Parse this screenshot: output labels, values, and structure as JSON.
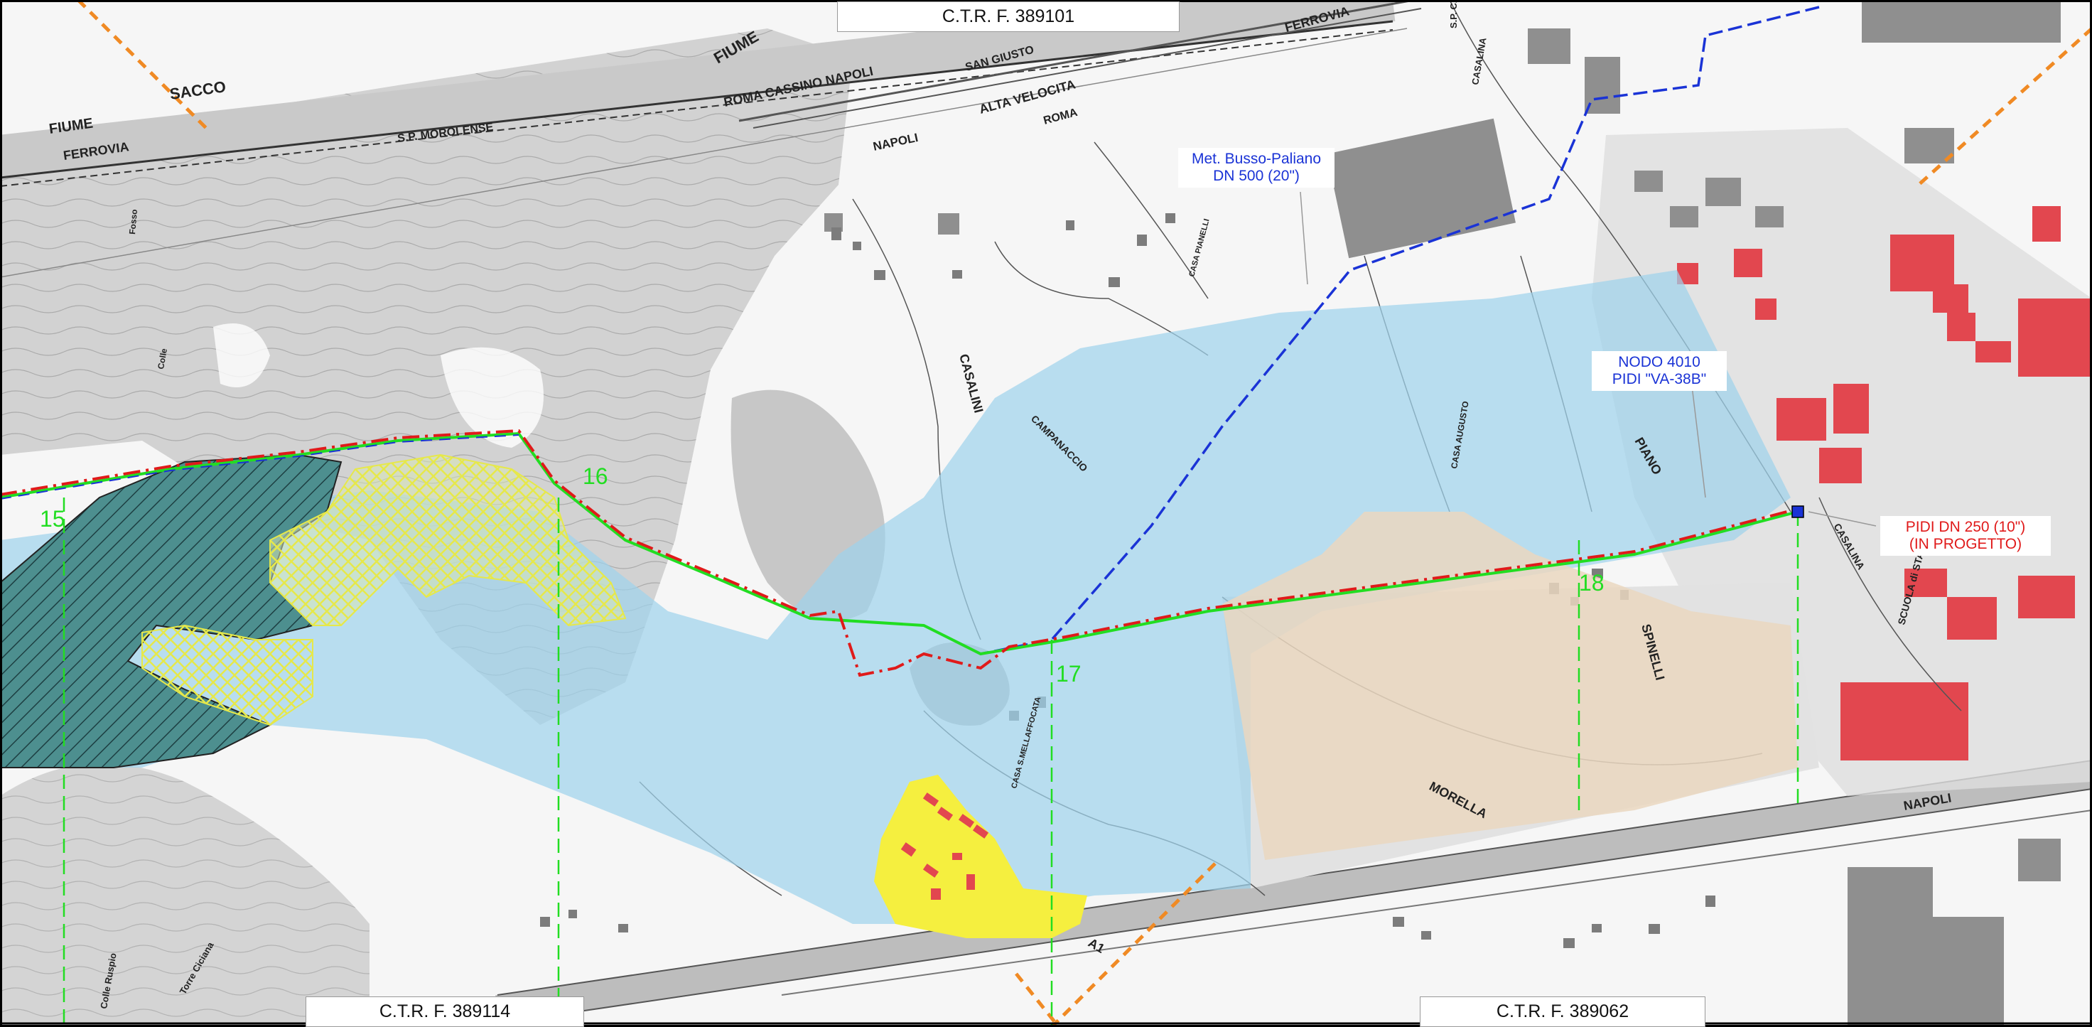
{
  "sheets": {
    "top": "C.T.R.  F. 389101",
    "bottom_left": "C.T.R.  F. 389114",
    "bottom_right": "C.T.R.  F. 389062"
  },
  "callouts": {
    "metanodotto": {
      "line1": "Met. Busso-Paliano",
      "line2": "DN 500 (20\")"
    },
    "nodo": {
      "line1": "NODO 4010",
      "line2": "PIDI \"VA-38B\""
    },
    "pidi": {
      "line1": "PIDI DN 250 (10\")",
      "line2": "(IN PROGETTO)"
    }
  },
  "km_markers": [
    "15",
    "16",
    "17",
    "18"
  ],
  "place_labels": {
    "fiume_sacco": [
      "FIUME",
      "SACCO"
    ],
    "fiume_left": "FIUME",
    "ferrovia_left": "FERROVIA",
    "sp_morolense": "S.P.   MOROLENSE",
    "ferrovia_right": "FERROVIA",
    "roma_cassino_napoli": "ROMA   CASSINO   NAPOLI",
    "san_giusto": "SAN GIUSTO",
    "alta_velocita": "ALTA   VELOCITA",
    "roma": "ROMA",
    "napoli_mid": "NAPOLI",
    "casalina_top": "CASALINA",
    "sp_casale": "S.P. CASALE",
    "casalini": "CASALINI",
    "campanaccio": "CAMPANACCIO",
    "piano": "PIANO",
    "spinelli": "SPINELLI",
    "morella": "MORELLA",
    "napoli_bottom": "NAPOLI",
    "casalina_right": "CASALINA",
    "scuola": "SCUOLA di STAZIONE",
    "casa_augusto": "CASA AUGUSTO",
    "casa_pianelli": "CASA PIANELLI",
    "casa_mellaffocata": "CASA S.MELLAFFOCATA",
    "a1": "A1",
    "colle_ruspio": "Colle Ruspio",
    "torre_ciciana": "Torre Ciciana",
    "fosso": "Fosso",
    "colle": "Colle"
  },
  "colors": {
    "blue_zone": "#9fd3ec",
    "yellow_zone": "#f5ef3f",
    "tan_zone": "#ead7bf",
    "red_pipeline": "#e01a1a",
    "blue_pipeline": "#1a33d6",
    "green_line": "#22dd22",
    "orange_boundary": "#f08a24",
    "industrial_red": "#e2474f",
    "hillshade": "#c6c6c6"
  }
}
